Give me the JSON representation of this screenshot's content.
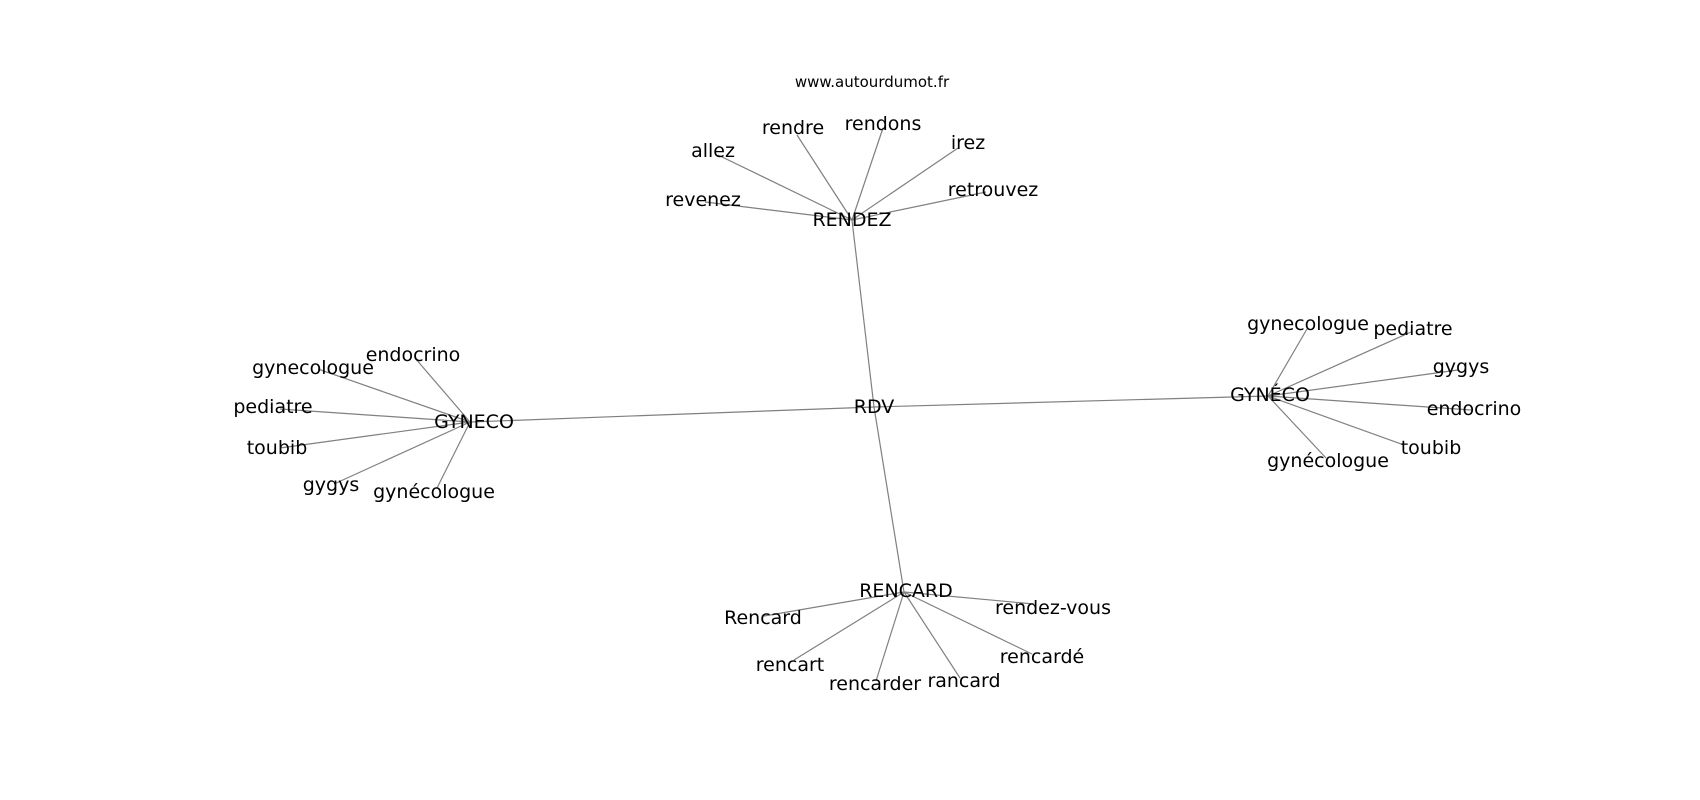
{
  "site": "www.autourdumot.fr",
  "edge_color": "#808080",
  "graph": {
    "center": "RDV",
    "hubs": [
      {
        "id": "rendez",
        "label": "RENDEZ",
        "leaves": [
          "allez",
          "rendre",
          "rendons",
          "irez",
          "retrouvez",
          "revenez"
        ]
      },
      {
        "id": "gyneco",
        "label": "GYNECO",
        "leaves": [
          "endocrino",
          "gynecologue",
          "pediatre",
          "toubib",
          "gygys",
          "gynécologue"
        ]
      },
      {
        "id": "gyneco-accent",
        "label": "GYNÉCO",
        "leaves": [
          "gynecologue",
          "pediatre",
          "gygys",
          "endocrino",
          "toubib",
          "gynécologue"
        ]
      },
      {
        "id": "rencard",
        "label": "RENCARD",
        "leaves": [
          "Rencard",
          "rendez-vous",
          "rencart",
          "rencarder",
          "rancard",
          "rencardé"
        ]
      }
    ]
  }
}
